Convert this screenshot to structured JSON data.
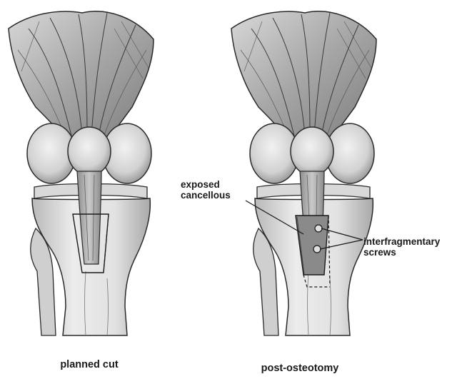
{
  "captions": {
    "left": "planned cut",
    "right": "post-osteotomy"
  },
  "annotations": {
    "cancellous": [
      "exposed",
      "cancellous"
    ],
    "screws": [
      "interfragmentary",
      "screws"
    ]
  },
  "colors": {
    "ink": "#2a2a2a",
    "bone_light": "#e6e6e6",
    "bone_mid": "#c8c8c8",
    "muscle": "#9a9a9a",
    "background": "#ffffff"
  },
  "icons": {
    "screw": "circle-screw-head"
  }
}
